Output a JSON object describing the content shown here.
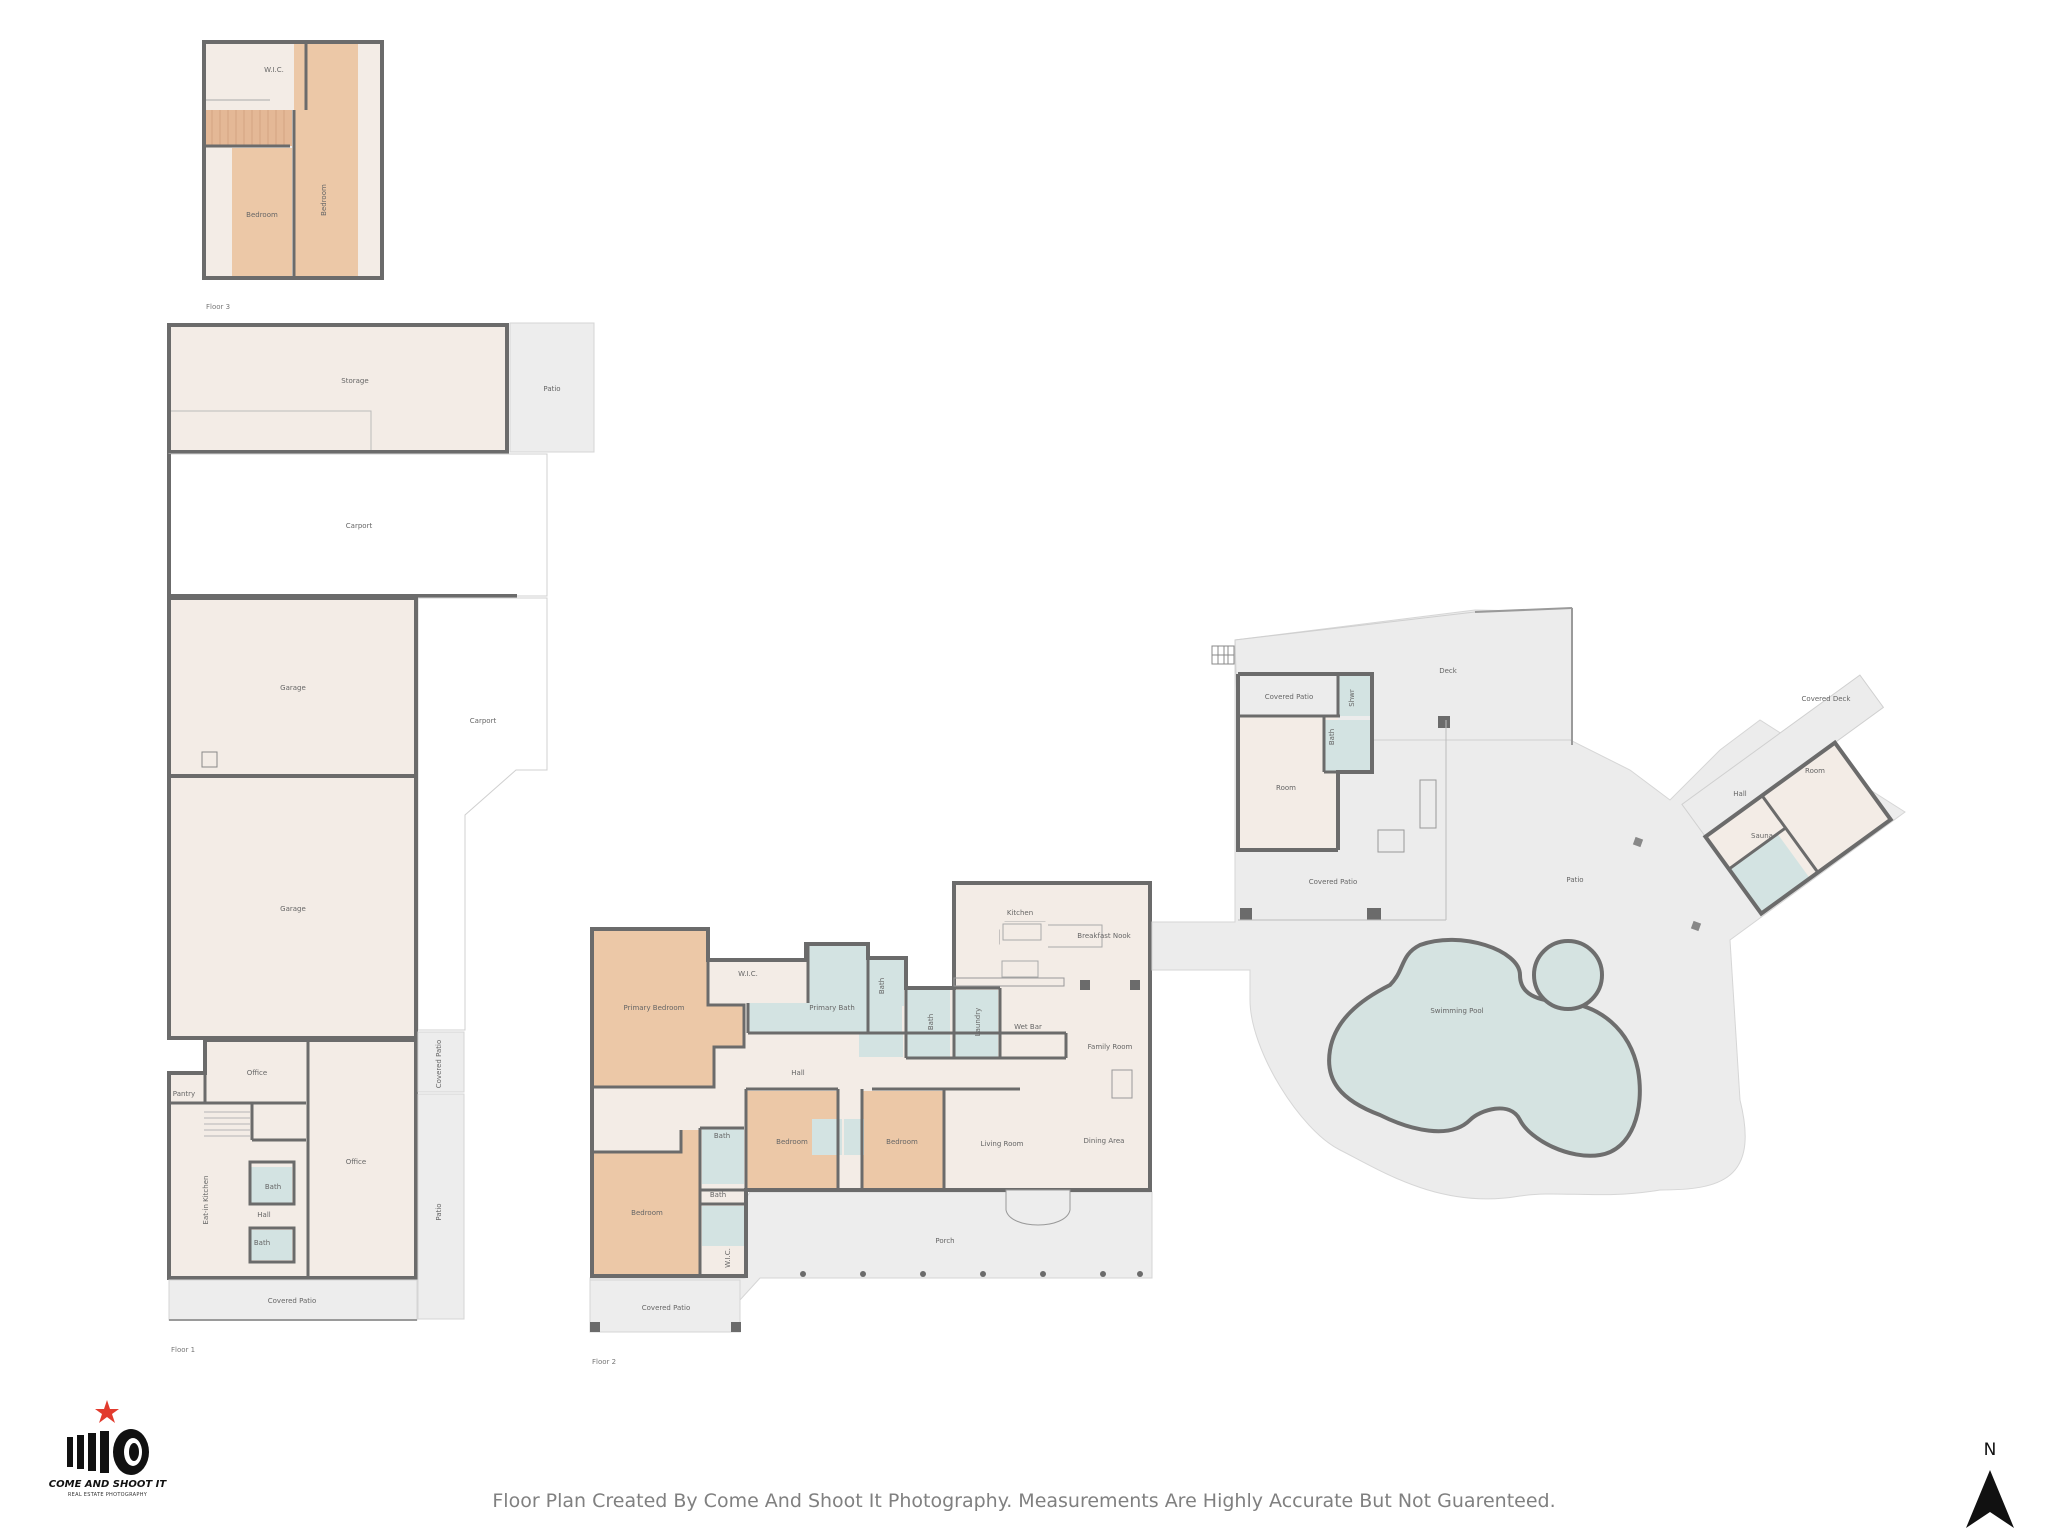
{
  "floors": {
    "floor1": "Floor 1",
    "floor2": "Floor 2",
    "floor3": "Floor 3"
  },
  "rooms": {
    "wic_top": "W.I.C.",
    "bedroom_f3_a": "Bedroom",
    "bedroom_f3_b": "Bedroom",
    "storage": "Storage",
    "patio_storage": "Patio",
    "carport_top": "Carport",
    "carport_side": "Carport",
    "garage_a": "Garage",
    "garage_b": "Garage",
    "office_small": "Office",
    "pantry": "Pantry",
    "office_large": "Office",
    "eat_in_kitchen": "Eat-in Kitchen",
    "bath_f1_a": "Bath",
    "hall_f1": "Hall",
    "bath_f1_b": "Bath",
    "covered_patio_f1_side": "Covered Patio",
    "patio_f1_side": "Patio",
    "covered_patio_f1_bottom": "Covered Patio",
    "primary_bedroom": "Primary Bedroom",
    "wic_primary": "W.I.C.",
    "primary_bath": "Primary Bath",
    "bath_f2_a": "Bath",
    "bath_f2_b": "Bath",
    "laundry": "Laundry",
    "kitchen": "Kitchen",
    "breakfast_nook": "Breakfast Nook",
    "wet_bar": "Wet Bar",
    "family_room": "Family Room",
    "hall_f2": "Hall",
    "bedroom_f2_a": "Bedroom",
    "bedroom_f2_b": "Bedroom",
    "bath_f2_c": "Bath",
    "bath_f2_d": "Bath",
    "living_room": "Living Room",
    "dining_area": "Dining Area",
    "bedroom_f2_c": "Bedroom",
    "wic_f2": "W.I.C.",
    "porch": "Porch",
    "covered_patio_f2": "Covered Patio",
    "deck": "Deck",
    "covered_patio_pool_top": "Covered Patio",
    "shower": "Shwr",
    "bath_pool": "Bath",
    "room_pool": "Room",
    "covered_patio_pool": "Covered Patio",
    "patio_pool": "Patio",
    "swimming_pool": "Swimming Pool",
    "covered_deck": "Covered Deck",
    "room_sauna": "Room",
    "hall_sauna": "Hall",
    "sauna": "Sauna"
  },
  "colors": {
    "wall": "#6b6b6b",
    "room_fill": "#f3ece6",
    "bedroom_fill": "#ecc8a7",
    "bath_fill": "#d3e3e2",
    "outdoor_fill": "#ededed",
    "pool_fill": "#d5e3e1",
    "logo_star": "#e23b2e"
  },
  "logo": {
    "title": "COME AND SHOOT IT",
    "subtitle": "REAL ESTATE PHOTOGRAPHY"
  },
  "compass_label": "N",
  "footer": "Floor Plan Created By Come And Shoot It Photography. Measurements Are Highly Accurate But Not Guarenteed."
}
